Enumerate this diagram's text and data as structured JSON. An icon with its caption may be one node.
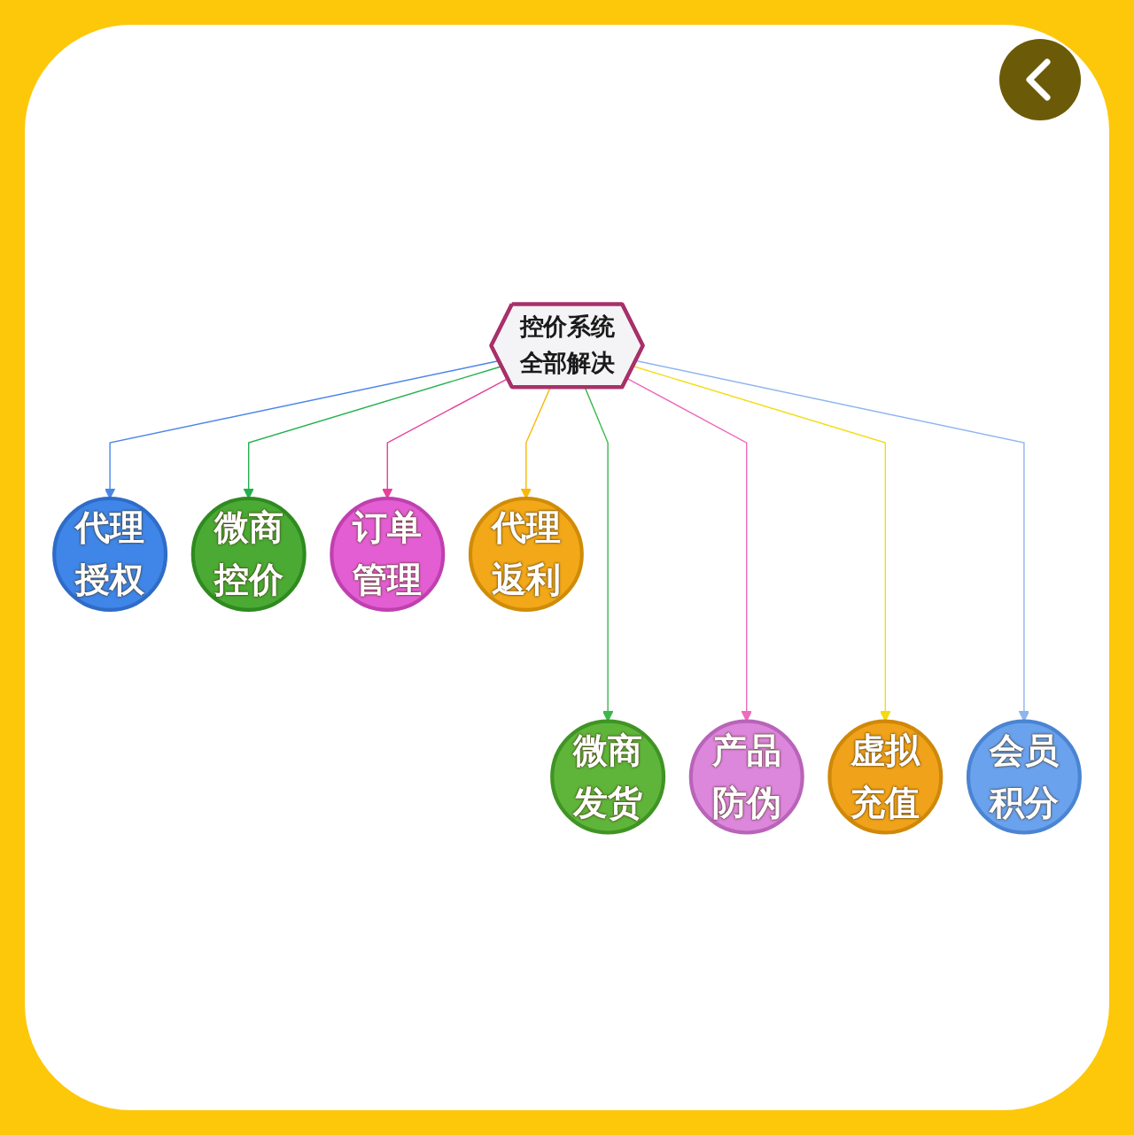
{
  "diagram": {
    "nodes": [
      {
        "text": [
          "控价系统全部解决"
        ]
      },
      {
        "text": [
          "代理授权"
        ]
      },
      {
        "text": [
          "微商发货"
        ]
      },
      {
        "text": [
          "微商控价"
        ]
      },
      {
        "text": [
          "产品防伪"
        ]
      },
      {
        "text": [
          "订单管理"
        ]
      },
      {
        "text": [
          "虚拟充值"
        ]
      },
      {
        "text": [
          "代理返利"
        ]
      },
      {
        "text": [
          "会员积分"
        ]
      }
    ],
    "edges": [
      {
        "from": 0,
        "to": 1,
        "arrow": "to",
        "color": "#4a86e8"
      },
      {
        "from": 0,
        "to": 2,
        "arrow": "to",
        "color": "#3cb84a"
      },
      {
        "from": 0,
        "to": 3,
        "arrow": "to",
        "color": "#22b14c"
      },
      {
        "from": 0,
        "to": 4,
        "arrow": "to",
        "color": "#f06bbd"
      },
      {
        "from": 0,
        "to": 5,
        "arrow": "to",
        "color": "#e8409a"
      },
      {
        "from": 0,
        "to": 6,
        "arrow": "to",
        "color": "#f2dc10"
      },
      {
        "from": 0,
        "to": 7,
        "arrow": "to",
        "color": "#f7b80c"
      },
      {
        "from": 0,
        "to": 8,
        "arrow": "to",
        "color": "#8fb4f0"
      }
    ]
  }
}
